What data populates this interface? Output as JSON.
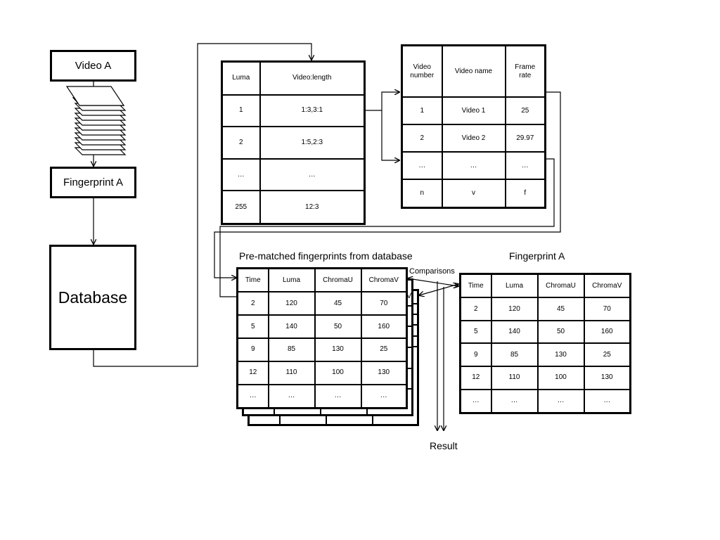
{
  "video_box": "Video A",
  "fingerprint_box": "Fingerprint A",
  "database_box": "Database",
  "luma_index": {
    "headers": [
      "Luma",
      "Video:length"
    ],
    "rows": [
      [
        "1",
        "1:3,3:1"
      ],
      [
        "2",
        "1:5,2:3"
      ],
      [
        "…",
        "…"
      ],
      [
        "255",
        "12:3"
      ]
    ]
  },
  "video_table": {
    "headers": [
      "Video\nnumber",
      "Video name",
      "Frame\nrate"
    ],
    "rows": [
      [
        "1",
        "Video 1",
        "25"
      ],
      [
        "2",
        "Video 2",
        "29.97"
      ],
      [
        "…",
        "…",
        "…"
      ],
      [
        "n",
        "v",
        "f"
      ]
    ]
  },
  "prematched": {
    "title": "Pre-matched fingerprints from database",
    "headers": [
      "Time",
      "Luma",
      "ChromaU",
      "ChromaV"
    ],
    "rows": [
      [
        "2",
        "120",
        "45",
        "70"
      ],
      [
        "5",
        "140",
        "50",
        "160"
      ],
      [
        "9",
        "85",
        "130",
        "25"
      ],
      [
        "12",
        "110",
        "100",
        "130"
      ],
      [
        "…",
        "…",
        "…",
        "…"
      ]
    ],
    "back_row": [
      "…",
      "…",
      "…",
      "…"
    ],
    "peek_text": "V"
  },
  "fingerprint_a": {
    "title": "Fingerprint A",
    "headers": [
      "Time",
      "Luma",
      "ChromaU",
      "ChromaV"
    ],
    "rows": [
      [
        "2",
        "120",
        "45",
        "70"
      ],
      [
        "5",
        "140",
        "50",
        "160"
      ],
      [
        "9",
        "85",
        "130",
        "25"
      ],
      [
        "12",
        "110",
        "100",
        "130"
      ],
      [
        "…",
        "…",
        "…",
        "…"
      ]
    ]
  },
  "comparisons_label": "Comparisons",
  "result_label": "Result"
}
